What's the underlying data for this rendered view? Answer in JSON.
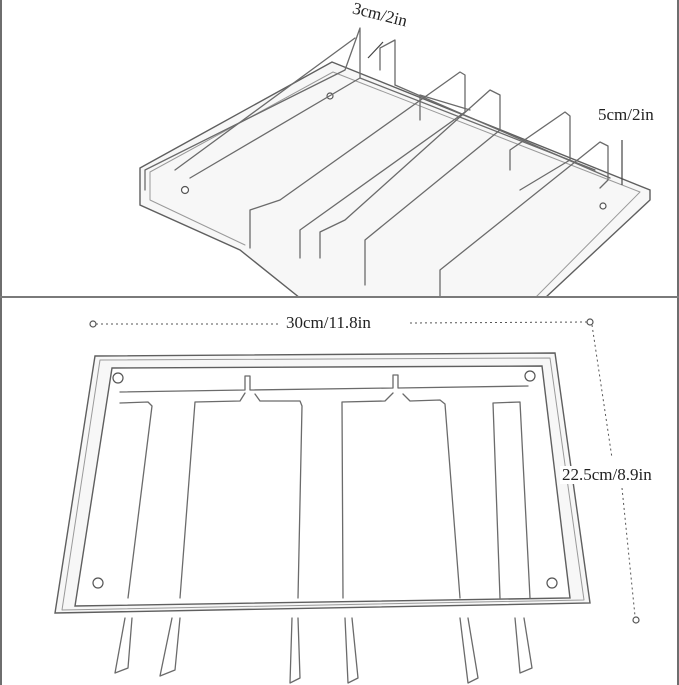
{
  "dimensions": {
    "bar_spacing": "3cm/2in",
    "height": "5cm/2in",
    "width": "30cm/11.8in",
    "depth": "22.5cm/8.9in"
  }
}
